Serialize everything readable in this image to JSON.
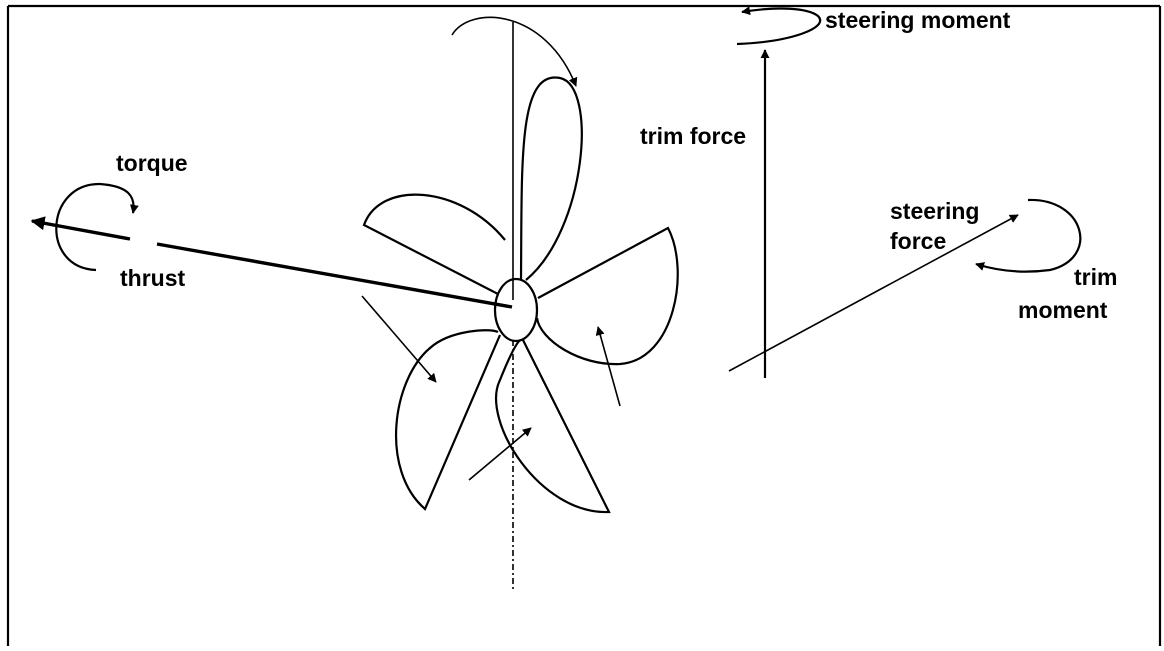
{
  "labels": {
    "torque": "torque",
    "thrust": "thrust",
    "trim_force": "trim force",
    "steering_moment": "steering moment",
    "steering": "steering",
    "force": "force",
    "trim": "trim",
    "moment": "moment"
  },
  "colors": {
    "ink": "#000000",
    "background": "#ffffff"
  }
}
